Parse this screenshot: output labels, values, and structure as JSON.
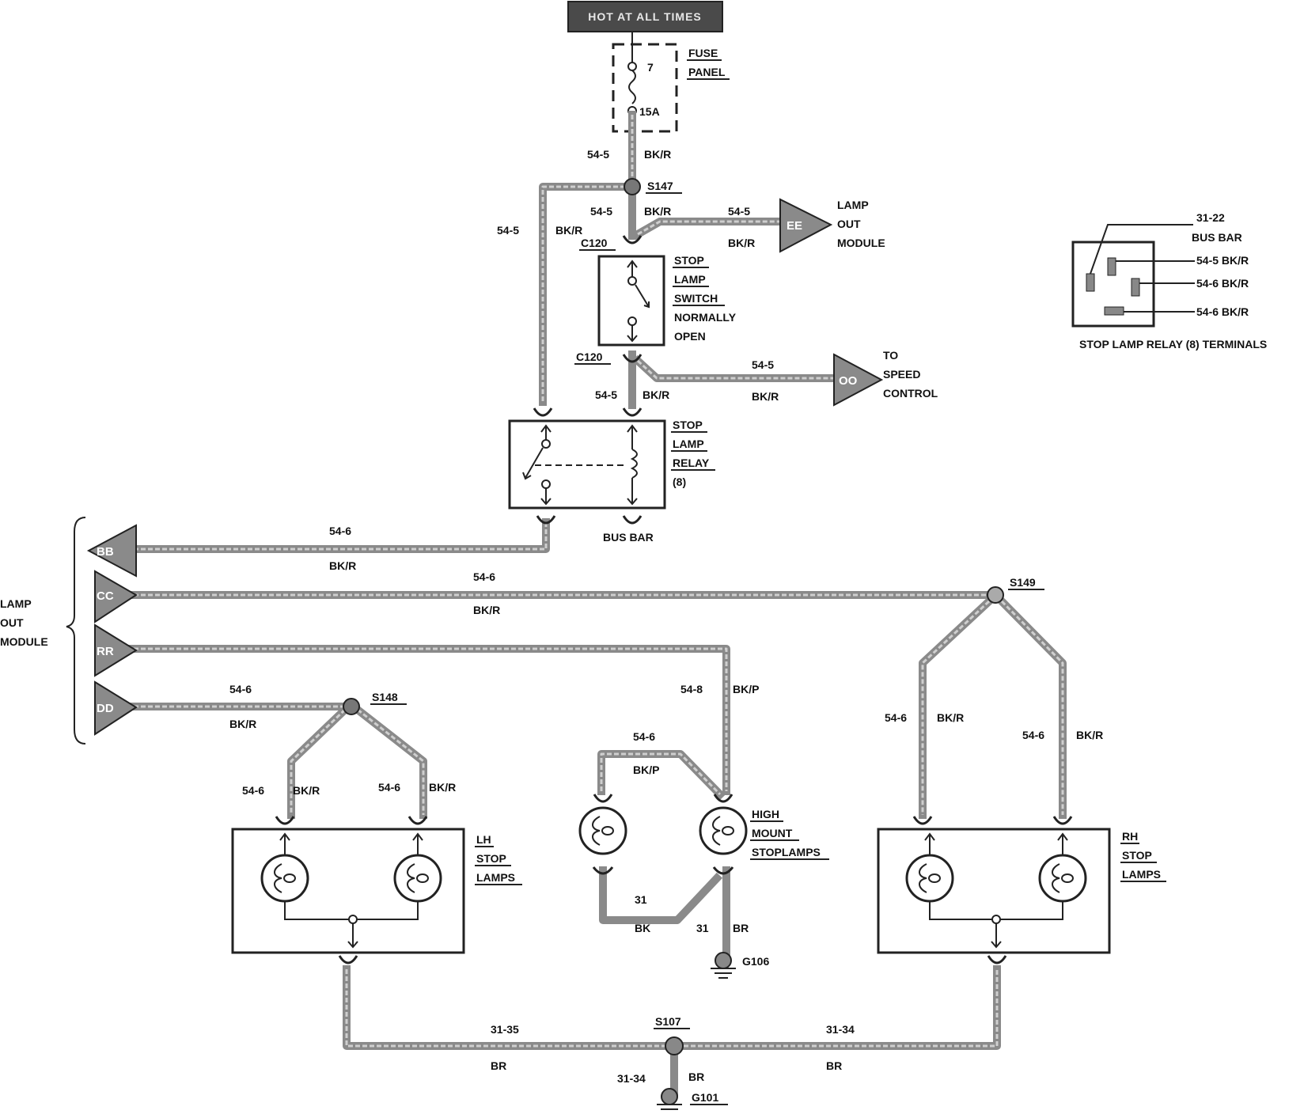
{
  "banner": "HOT AT ALL TIMES",
  "fuse_panel": {
    "title_1": "FUSE",
    "title_2": "PANEL",
    "fuse_number": "7",
    "rating": "15A"
  },
  "wires": {
    "w_54_5": "54-5",
    "w_54_6": "54-6",
    "w_bk_r": "BK/R",
    "w_bk_p": "BK/P",
    "w_bk": "BK",
    "w_br": "BR",
    "w_31": "31",
    "w_31_34": "31-34",
    "w_31_35": "31-35",
    "w_54_8": "54-8"
  },
  "splices": {
    "s147": "S147",
    "s148": "S148",
    "s149": "S149",
    "s107": "S107"
  },
  "connectors": {
    "c120": "C120"
  },
  "grounds": {
    "g106": "G106",
    "g101": "G101"
  },
  "lamp_out_module_top": {
    "code": "EE",
    "line_1": "LAMP",
    "line_2": "OUT",
    "line_3": "MODULE"
  },
  "speed_control": {
    "code": "OO",
    "line_1": "TO",
    "line_2": "SPEED",
    "line_3": "CONTROL"
  },
  "stop_lamp_switch": {
    "line_1": "STOP",
    "line_2": "LAMP",
    "line_3": "SWITCH",
    "line_4": "NORMALLY",
    "line_5": "OPEN"
  },
  "stop_lamp_relay": {
    "line_1": "STOP",
    "line_2": "LAMP",
    "line_3": "RELAY",
    "line_4": "(8)",
    "bus_bar": "BUS BAR"
  },
  "lamp_out_module_left": {
    "line_1": "LAMP",
    "line_2": "OUT",
    "line_3": "MODULE",
    "codes": [
      "BB",
      "CC",
      "RR",
      "DD"
    ]
  },
  "lh_stop_lamps": {
    "line_1": "LH",
    "line_2": "STOP",
    "line_3": "LAMPS"
  },
  "high_mount": {
    "line_1": "HIGH",
    "line_2": "MOUNT",
    "line_3": "STOPLAMPS"
  },
  "rh_stop_lamps": {
    "line_1": "RH",
    "line_2": "STOP",
    "line_3": "LAMPS"
  },
  "relay_terminals": {
    "title": "STOP LAMP RELAY (8) TERMINALS",
    "bus_bar_line_1": "31-22",
    "bus_bar_line_2": "BUS BAR",
    "t1": "54-5 BK/R",
    "t2": "54-6 BK/R",
    "t3": "54-6 BK/R"
  }
}
